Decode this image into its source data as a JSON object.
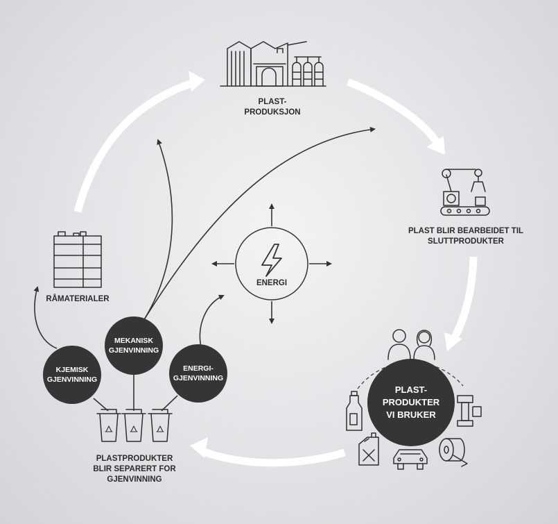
{
  "nodes": {
    "plastproduksjon": [
      "PLAST-",
      "PRODUKSJON"
    ],
    "bearbeidet": [
      "PLAST BLIR BEARBEIDET TIL",
      "SLUTTPRODUKTER"
    ],
    "plastprodukter": [
      "PLAST-",
      "PRODUKTER",
      "VI BRUKER"
    ],
    "separert": [
      "PLASTPRODUKTER",
      "BLIR SEPARERT FOR",
      "GJENVINNING"
    ],
    "ramaterialer": "RÅMATERIALER",
    "energi": "ENERGI",
    "mekanisk": [
      "MEKANISK",
      "GJENVINNING"
    ],
    "kjemisk": [
      "KJEMISK",
      "GJENVINNING"
    ],
    "energigjenvinning": [
      "ENERGI-",
      "GJENVINNING"
    ]
  },
  "icons": [
    "factory-icon",
    "robot-arm-conveyor-icon",
    "people-icon",
    "bottle-icon",
    "pipe-fitting-icon",
    "jerrycan-icon",
    "car-icon",
    "plastic-roll-icon",
    "recycling-bin-icon",
    "barrels-icon",
    "lightning-icon"
  ],
  "colors": {
    "dark": "#333333",
    "arrow": "#ffffff",
    "background": "#dcdee1"
  }
}
